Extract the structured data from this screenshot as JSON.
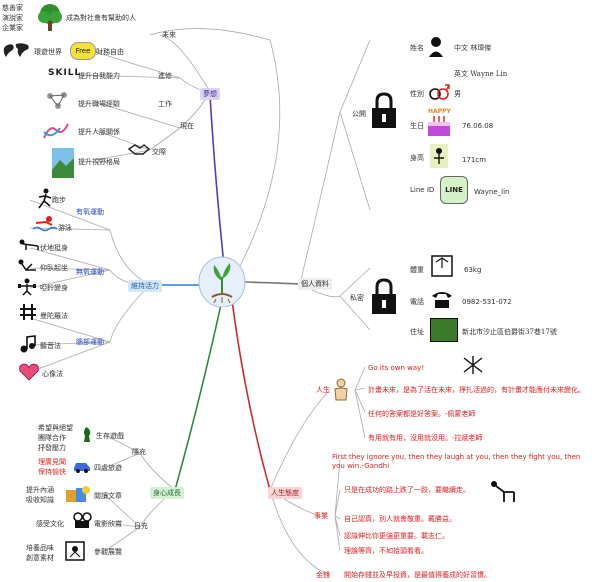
{
  "center": {
    "icon": "sprout-icon"
  },
  "colors": {
    "dream": "#5a3ab8",
    "vitality": "#2f7fd4",
    "growth": "#2e8a3a",
    "attitude": "#d02828",
    "profile": "#555555"
  },
  "branches": {
    "dream": "夢想",
    "vitality": "維持活力",
    "growth": "身心成長",
    "attitude": "人生態度",
    "profile": "個人資料"
  },
  "dream": {
    "future_label": "未來",
    "now_label": "現在",
    "roles": [
      "慈善家",
      "演說家",
      "企業家"
    ],
    "goal": "成為對社會有幫助的人",
    "travel": "環遊世界",
    "free_badge": "Free",
    "wealth": "財務自由",
    "sub_advance": "進修",
    "sub_work": "工作",
    "sub_social": "交際",
    "items": [
      "提升自我能力",
      "提升職場經驗",
      "提升人脈關係",
      "提升視野格局"
    ],
    "skill_badge": "SKILL"
  },
  "vitality": {
    "aerobic": "有氧運動",
    "anaerobic": "無氧運動",
    "brain": "腦部運動",
    "items": [
      "跑步",
      "游泳",
      "伏地挺身",
      "仰臥起坐",
      "啞鈴變身",
      "曼陀羅法",
      "聽音法",
      "心像法"
    ]
  },
  "growth": {
    "hidden": "隱充",
    "daily": "日充",
    "pairs": [
      {
        "left": [
          "希望與絕望",
          "團隊合作",
          "抒發壓力"
        ],
        "right": "生存遊戲"
      },
      {
        "left": [
          "理廣見聞",
          "保持愉快"
        ],
        "right": "四處旅遊"
      },
      {
        "left": [
          "提升內涵",
          "吸收知識"
        ],
        "right": "閱讀文章"
      },
      {
        "left": [
          "感受文化"
        ],
        "right": "電影欣賞"
      },
      {
        "left": [
          "培養品味",
          "創意素材"
        ],
        "right": "參觀展覽"
      }
    ]
  },
  "attitude": {
    "life_label": "人生",
    "work_label": "事業",
    "money_label": "金錢",
    "life_lines": [
      "Go its own way!",
      "計畫未來，是為了活在未來，掙扎活過的，有計畫才能應付未來變化。",
      "任何的答案都是好答案。-佩蒙老師",
      "有用就有用，沒用就沒用。-拉斌老師"
    ],
    "work_quote": "First they ignore you, then they laugh at you, then they fight you, then you win.-Gandhi",
    "work_lines": [
      "只是在成功的路上跌了一跤，要繼續走。",
      "自己認真，別人就會敬重。戴勝益。",
      "認識伸比你更強更重要。載志仁。",
      "理論等齊，不如拾頭看看。"
    ],
    "money_line": "開始存錢並及早投資，是最值得養成的好習慣。"
  },
  "profile": {
    "public_label": "公開",
    "private_label": "私密",
    "public_rows": [
      {
        "key": "姓名",
        "icon": "person-icon",
        "val": "中文  林瑋傑"
      },
      {
        "key": "",
        "icon": "",
        "val": "英文  Wayne Lin"
      },
      {
        "key": "性別",
        "icon": "gender-icon",
        "val": "男"
      },
      {
        "key": "生日",
        "icon": "cake-icon",
        "val": "76.06.08"
      },
      {
        "key": "身高",
        "icon": "height-icon",
        "val": "171cm"
      },
      {
        "key": "Line ID",
        "icon": "line-icon",
        "val": "Wayne_lin"
      }
    ],
    "happy_badge": "HAPPY",
    "line_badge": "LINE",
    "private_rows": [
      {
        "key": "體重",
        "icon": "scale-icon",
        "val": "63kg"
      },
      {
        "key": "電話",
        "icon": "phone-icon",
        "val": "0982-531-072"
      },
      {
        "key": "住址",
        "icon": "map-icon",
        "val": "新北市汐止區伯爵街37巷17號"
      }
    ]
  }
}
